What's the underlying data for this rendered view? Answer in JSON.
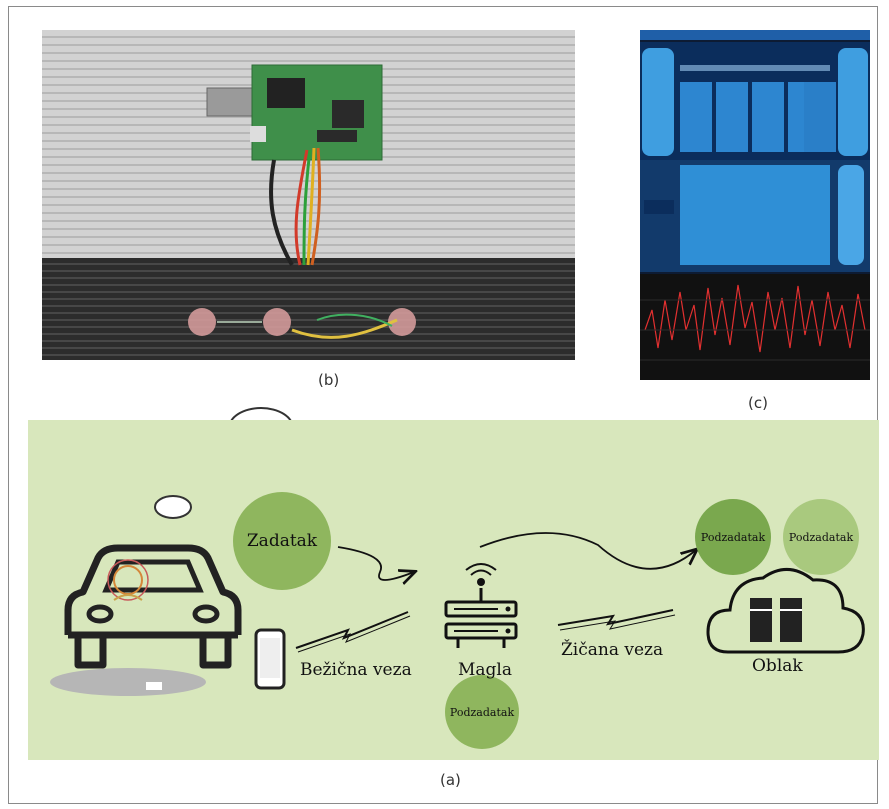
{
  "captions": {
    "b": "(b)",
    "c": "(c)",
    "a": "(a)"
  },
  "diagram": {
    "task": "Zadatak",
    "subtask_left": "Podzadatak",
    "subtask_right": "Podzadatak",
    "subtask_bottom": "Podzadatak",
    "wireless_link": "Bežična veza",
    "fog": "Magla",
    "wired_link": "Žičana veza",
    "cloud": "Oblak"
  },
  "colors": {
    "panel_bg": "#d8e7bc",
    "bubble_dark": "#7aa84e",
    "bubble_mid": "#8fb65e",
    "bubble_light": "#a9c97e"
  }
}
